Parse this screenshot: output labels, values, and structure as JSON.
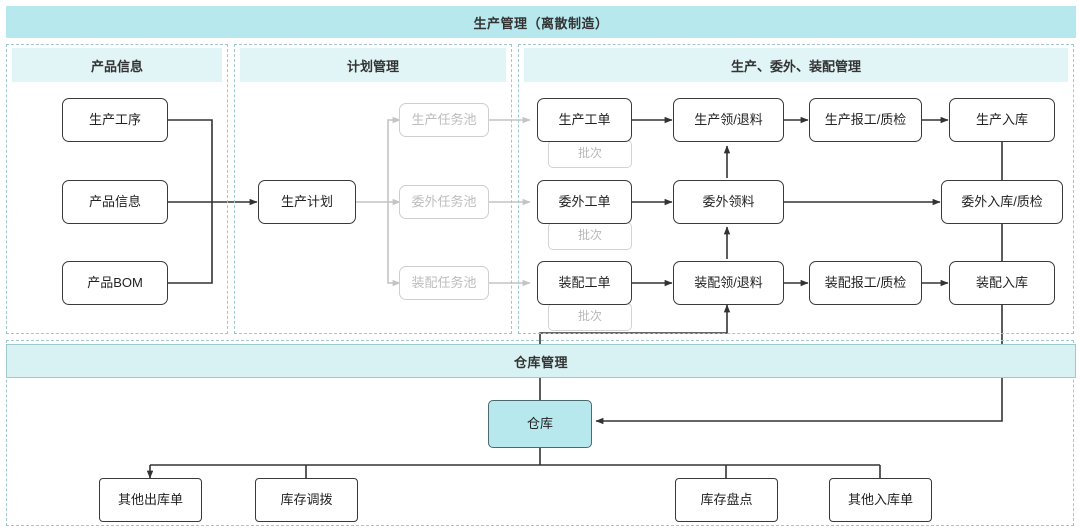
{
  "title": "生产管理（离散制造）",
  "sections": [
    {
      "id": "product-info",
      "label": "产品信息"
    },
    {
      "id": "plan-mgmt",
      "label": "计划管理"
    },
    {
      "id": "prod-out-asm",
      "label": "生产、委外、装配管理"
    },
    {
      "id": "warehouse-mgmt",
      "label": "仓库管理"
    }
  ],
  "nodes": {
    "product_process": "生产工序",
    "product_info": "产品信息",
    "product_bom": "产品BOM",
    "production_plan": "生产计划",
    "prod_task_pool": "生产任务池",
    "out_task_pool": "委外任务池",
    "asm_task_pool": "装配任务池",
    "prod_work_order": "生产工单",
    "out_work_order": "委外工单",
    "asm_work_order": "装配工单",
    "batch_1": "批次",
    "batch_2": "批次",
    "batch_3": "批次",
    "prod_issue_return": "生产领/退料",
    "out_issue": "委外领料",
    "asm_issue_return": "装配领/退料",
    "prod_report_qc": "生产报工/质检",
    "asm_report_qc": "装配报工/质检",
    "prod_instock": "生产入库",
    "out_instock_qc": "委外入库/质检",
    "asm_instock": "装配入库",
    "warehouse": "仓库",
    "other_outbound": "其他出库单",
    "stock_transfer": "库存调拨",
    "stock_count": "库存盘点",
    "other_inbound": "其他入库单"
  },
  "colors": {
    "band": "#b7e8ee",
    "section_header": "#e1f5f7",
    "group_border": "#9fc9cd",
    "node_border": "#3a3a3a",
    "ghost_border": "#cfcfcf",
    "ghost_text": "#bdbdbd",
    "arrow": "#333333",
    "ghost_arrow": "#c4c4c4",
    "warehouse_fill": "#b7e8ee"
  }
}
